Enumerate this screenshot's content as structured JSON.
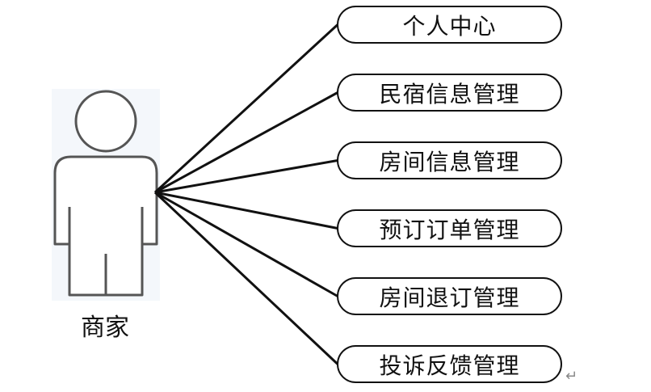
{
  "actor": {
    "label": "商家",
    "icon": "person-outline-icon"
  },
  "use_cases": [
    "个人中心",
    "民宿信息管理",
    "房间信息管理",
    "预订订单管理",
    "房间退订管理",
    "投诉反馈管理"
  ],
  "colors": {
    "line": "#111111",
    "actor_stroke": "#555555",
    "actor_fill": "#ffffff"
  },
  "paragraph_mark": "↵"
}
